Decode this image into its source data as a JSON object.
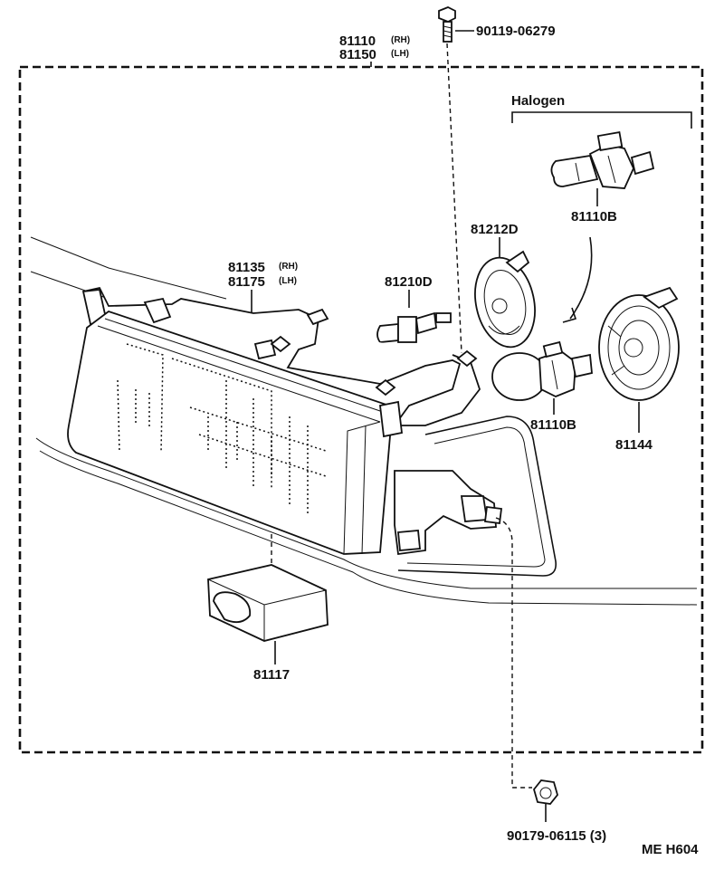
{
  "assembly": {
    "part_rh": "81110",
    "tag_rh": "(RH)",
    "part_lh": "81150",
    "tag_lh": "(LH)"
  },
  "bolt": {
    "part": "90119-06279"
  },
  "group": {
    "title": "Halogen"
  },
  "parts": {
    "halogen_bulb": "81110B",
    "socket_cover": "81212D",
    "housing_rh": "81135",
    "housing_rh_tag": "(RH)",
    "housing_lh": "81175",
    "housing_lh_tag": "(LH)",
    "parking_bulb": "81210D",
    "sealed_bulb": "81110B",
    "reflector": "81144",
    "lens_unit": "81117"
  },
  "nut": {
    "part": "90179-06115 (3)"
  },
  "footer": {
    "code": "ME  H604"
  }
}
